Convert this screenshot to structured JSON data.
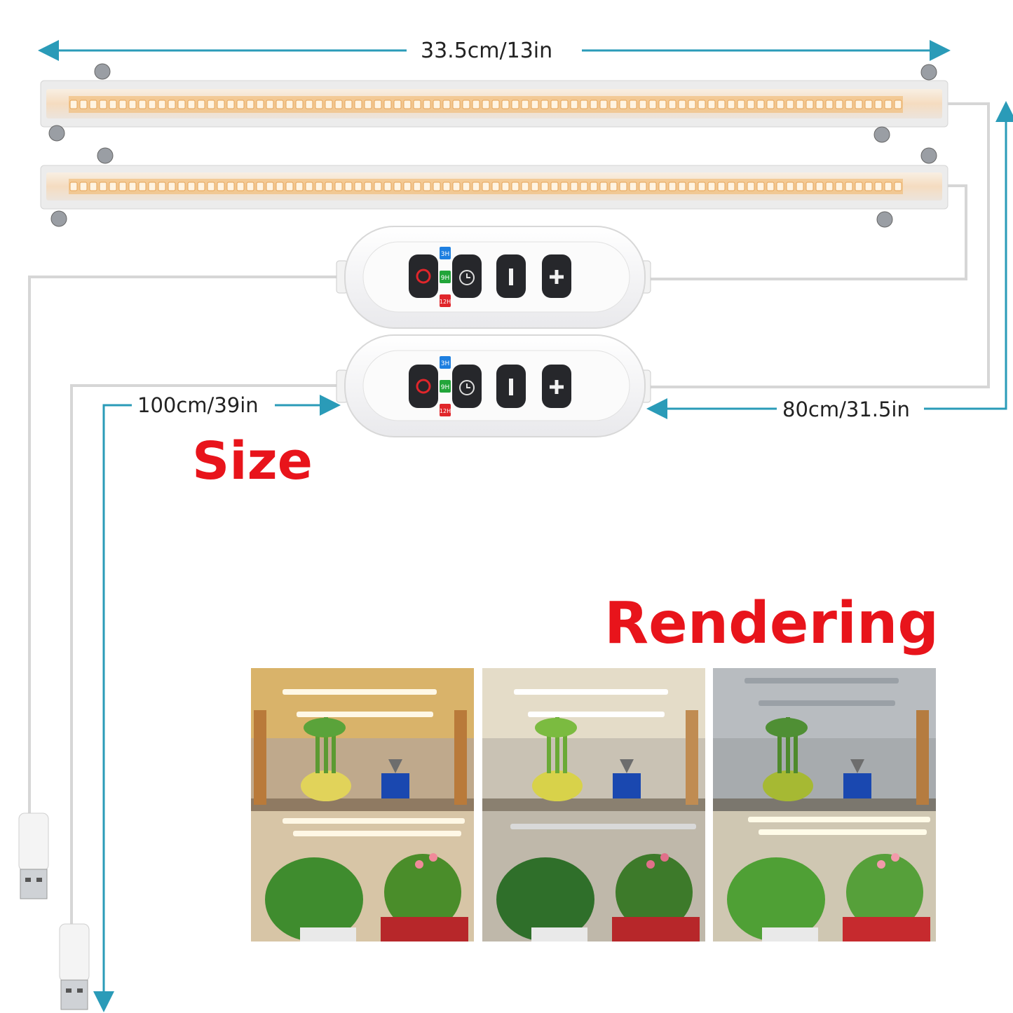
{
  "dimensions": {
    "bar_length": "33.5cm/13in",
    "usb_cable": "100cm/39in",
    "light_cable": "80cm/31.5in"
  },
  "headings": {
    "size": "Size",
    "rendering": "Rendering"
  },
  "controller": {
    "timer_modes": [
      "3H",
      "9H",
      "12H"
    ],
    "buttons": [
      "power-icon",
      "timer-icon",
      "minus-icon",
      "plus-icon"
    ],
    "timer_colors": [
      "#1e7fe0",
      "#22a53a",
      "#e0262b"
    ]
  },
  "rendering_photos": [
    {
      "scene": "warm-light"
    },
    {
      "scene": "white-light"
    },
    {
      "scene": "cool-light"
    }
  ],
  "colors": {
    "accent_arrow": "#2a9bb8",
    "heading_red": "#e8141b"
  }
}
